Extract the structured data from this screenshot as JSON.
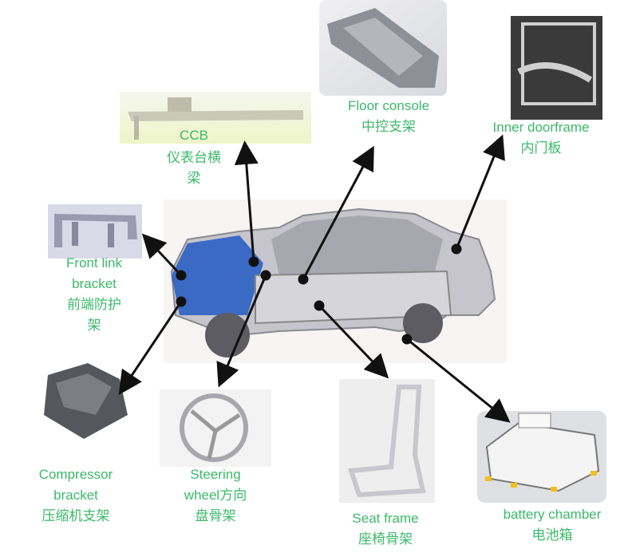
{
  "title": "Automotive aluminum structural components diagram",
  "colors": {
    "label": "#3cb96a",
    "arrow": "#111111",
    "car_blue": "#2b5fc4"
  },
  "components": {
    "ccb": {
      "en": "CCB",
      "zh1": "仪表台横",
      "zh2": "梁"
    },
    "floor_console": {
      "en": "Floor console",
      "zh": "中控支架"
    },
    "inner_doorframe": {
      "en": "Inner doorframe",
      "zh": "内门板"
    },
    "front_link": {
      "en1": "Front link",
      "en2": "bracket",
      "zh1": "前端防护",
      "zh2": "架"
    },
    "compressor": {
      "en1": "Compressor",
      "en2": "bracket",
      "zh": "压缩机支架"
    },
    "steering": {
      "en1": "Steering",
      "en2": "wheel方向",
      "zh": "盘骨架"
    },
    "seat": {
      "en": "Seat frame",
      "zh": "座椅骨架"
    },
    "battery": {
      "en": "battery chamber",
      "zh": "电池箱"
    }
  }
}
